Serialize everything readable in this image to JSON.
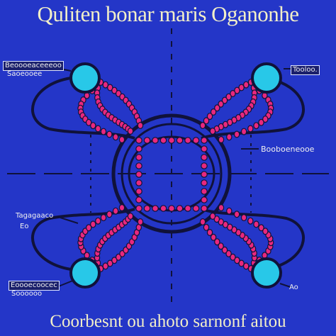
{
  "title": "Quliten bonar maris Oganonhe",
  "subtitle": "Coorbesnt ou ahoto sarnonf aitou",
  "labels": {
    "top_left_1": "Beoooeaceeeoo",
    "top_left_2": "Saoeooee",
    "top_right": "Tooloo.",
    "mid_right": "Booboeneooe",
    "bottom_left_1": "Tagagaaco",
    "bottom_left_2": "Eo",
    "bottom_left_3": "Eoooecoocec",
    "bottom_left_4": "Soooooo",
    "bottom_right": "Ao"
  },
  "colors": {
    "background": "#2436c8",
    "node": "#28c8e8",
    "bead": "#e8287e",
    "ring": "#10123a",
    "text": "#f2efc8"
  }
}
